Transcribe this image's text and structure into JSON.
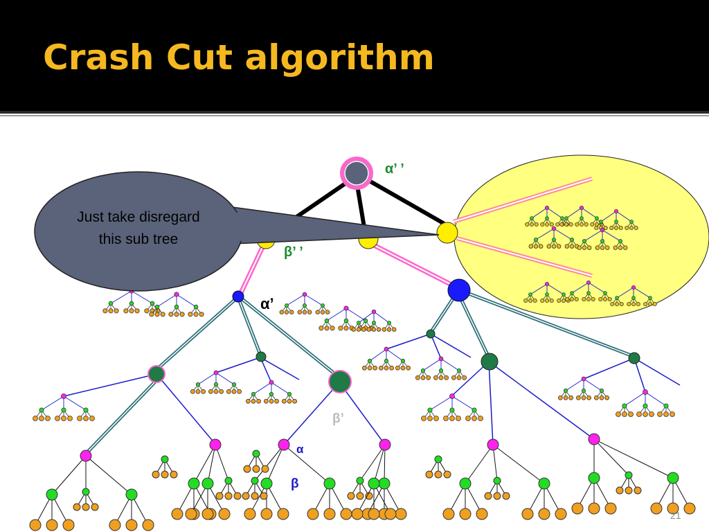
{
  "slide": {
    "title": "Crash Cut algorithm",
    "slide_number": "21"
  },
  "callout": {
    "line1": "Just take disregard",
    "line2": "this sub tree"
  },
  "labels": {
    "alpha_dd": "α’ ’",
    "beta_dd": "β’ ’",
    "alpha_d": "α’",
    "beta_d": "β’",
    "alpha": "α",
    "beta": "β"
  },
  "colors": {
    "title": "#f5b820",
    "title_bar": "#000000",
    "highlight_region": "#ffff80",
    "callout_fill": "#5a6379",
    "pink_edge": "#ff66cc",
    "blue_edge": "#1a1acc",
    "orange_leaf": "#f0a020",
    "green_node": "#22dd22",
    "magenta_node": "#ff22ee",
    "dark_green_node": "#1f7a45"
  }
}
